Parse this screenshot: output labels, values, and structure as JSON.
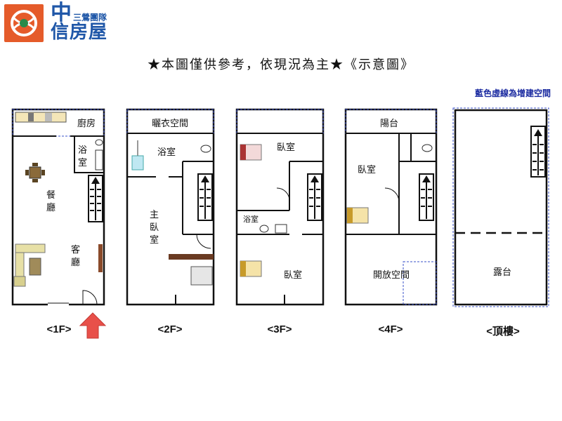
{
  "logo": {
    "brand_top": "中",
    "brand_sub": "三鶯團隊",
    "brand_bottom": "信房屋"
  },
  "title": "★本圖僅供參考，依現況為主★《示意圖》",
  "note": "藍色虛線為增建空間",
  "rooms": {
    "f1_kitchen": "廚房",
    "f1_bath_1": "浴",
    "f1_bath_2": "室",
    "f1_dining_1": "餐",
    "f1_dining_2": "廳",
    "f1_living_1": "客",
    "f1_living_2": "廳",
    "f2_laundry": "曬衣空間",
    "f2_bath": "浴室",
    "f2_master_1": "主",
    "f2_master_2": "臥",
    "f2_master_3": "室",
    "f3_bedroom_top": "臥室",
    "f3_bath": "浴室",
    "f3_bedroom_bottom": "臥室",
    "f4_balcony": "陽台",
    "f4_bedroom": "臥室",
    "f4_open_space": "開放空間",
    "roof_terrace": "露台"
  },
  "floors": [
    "<1F>",
    "<2F>",
    "<3F>",
    "<4F>",
    "<頂樓>"
  ],
  "colors": {
    "logo_orange": "#e55b2a",
    "logo_blue": "#1f57a8",
    "note_blue": "#1a2aa0",
    "arrow_red": "#e8504a",
    "dashed_blue": "#3a50c8"
  }
}
